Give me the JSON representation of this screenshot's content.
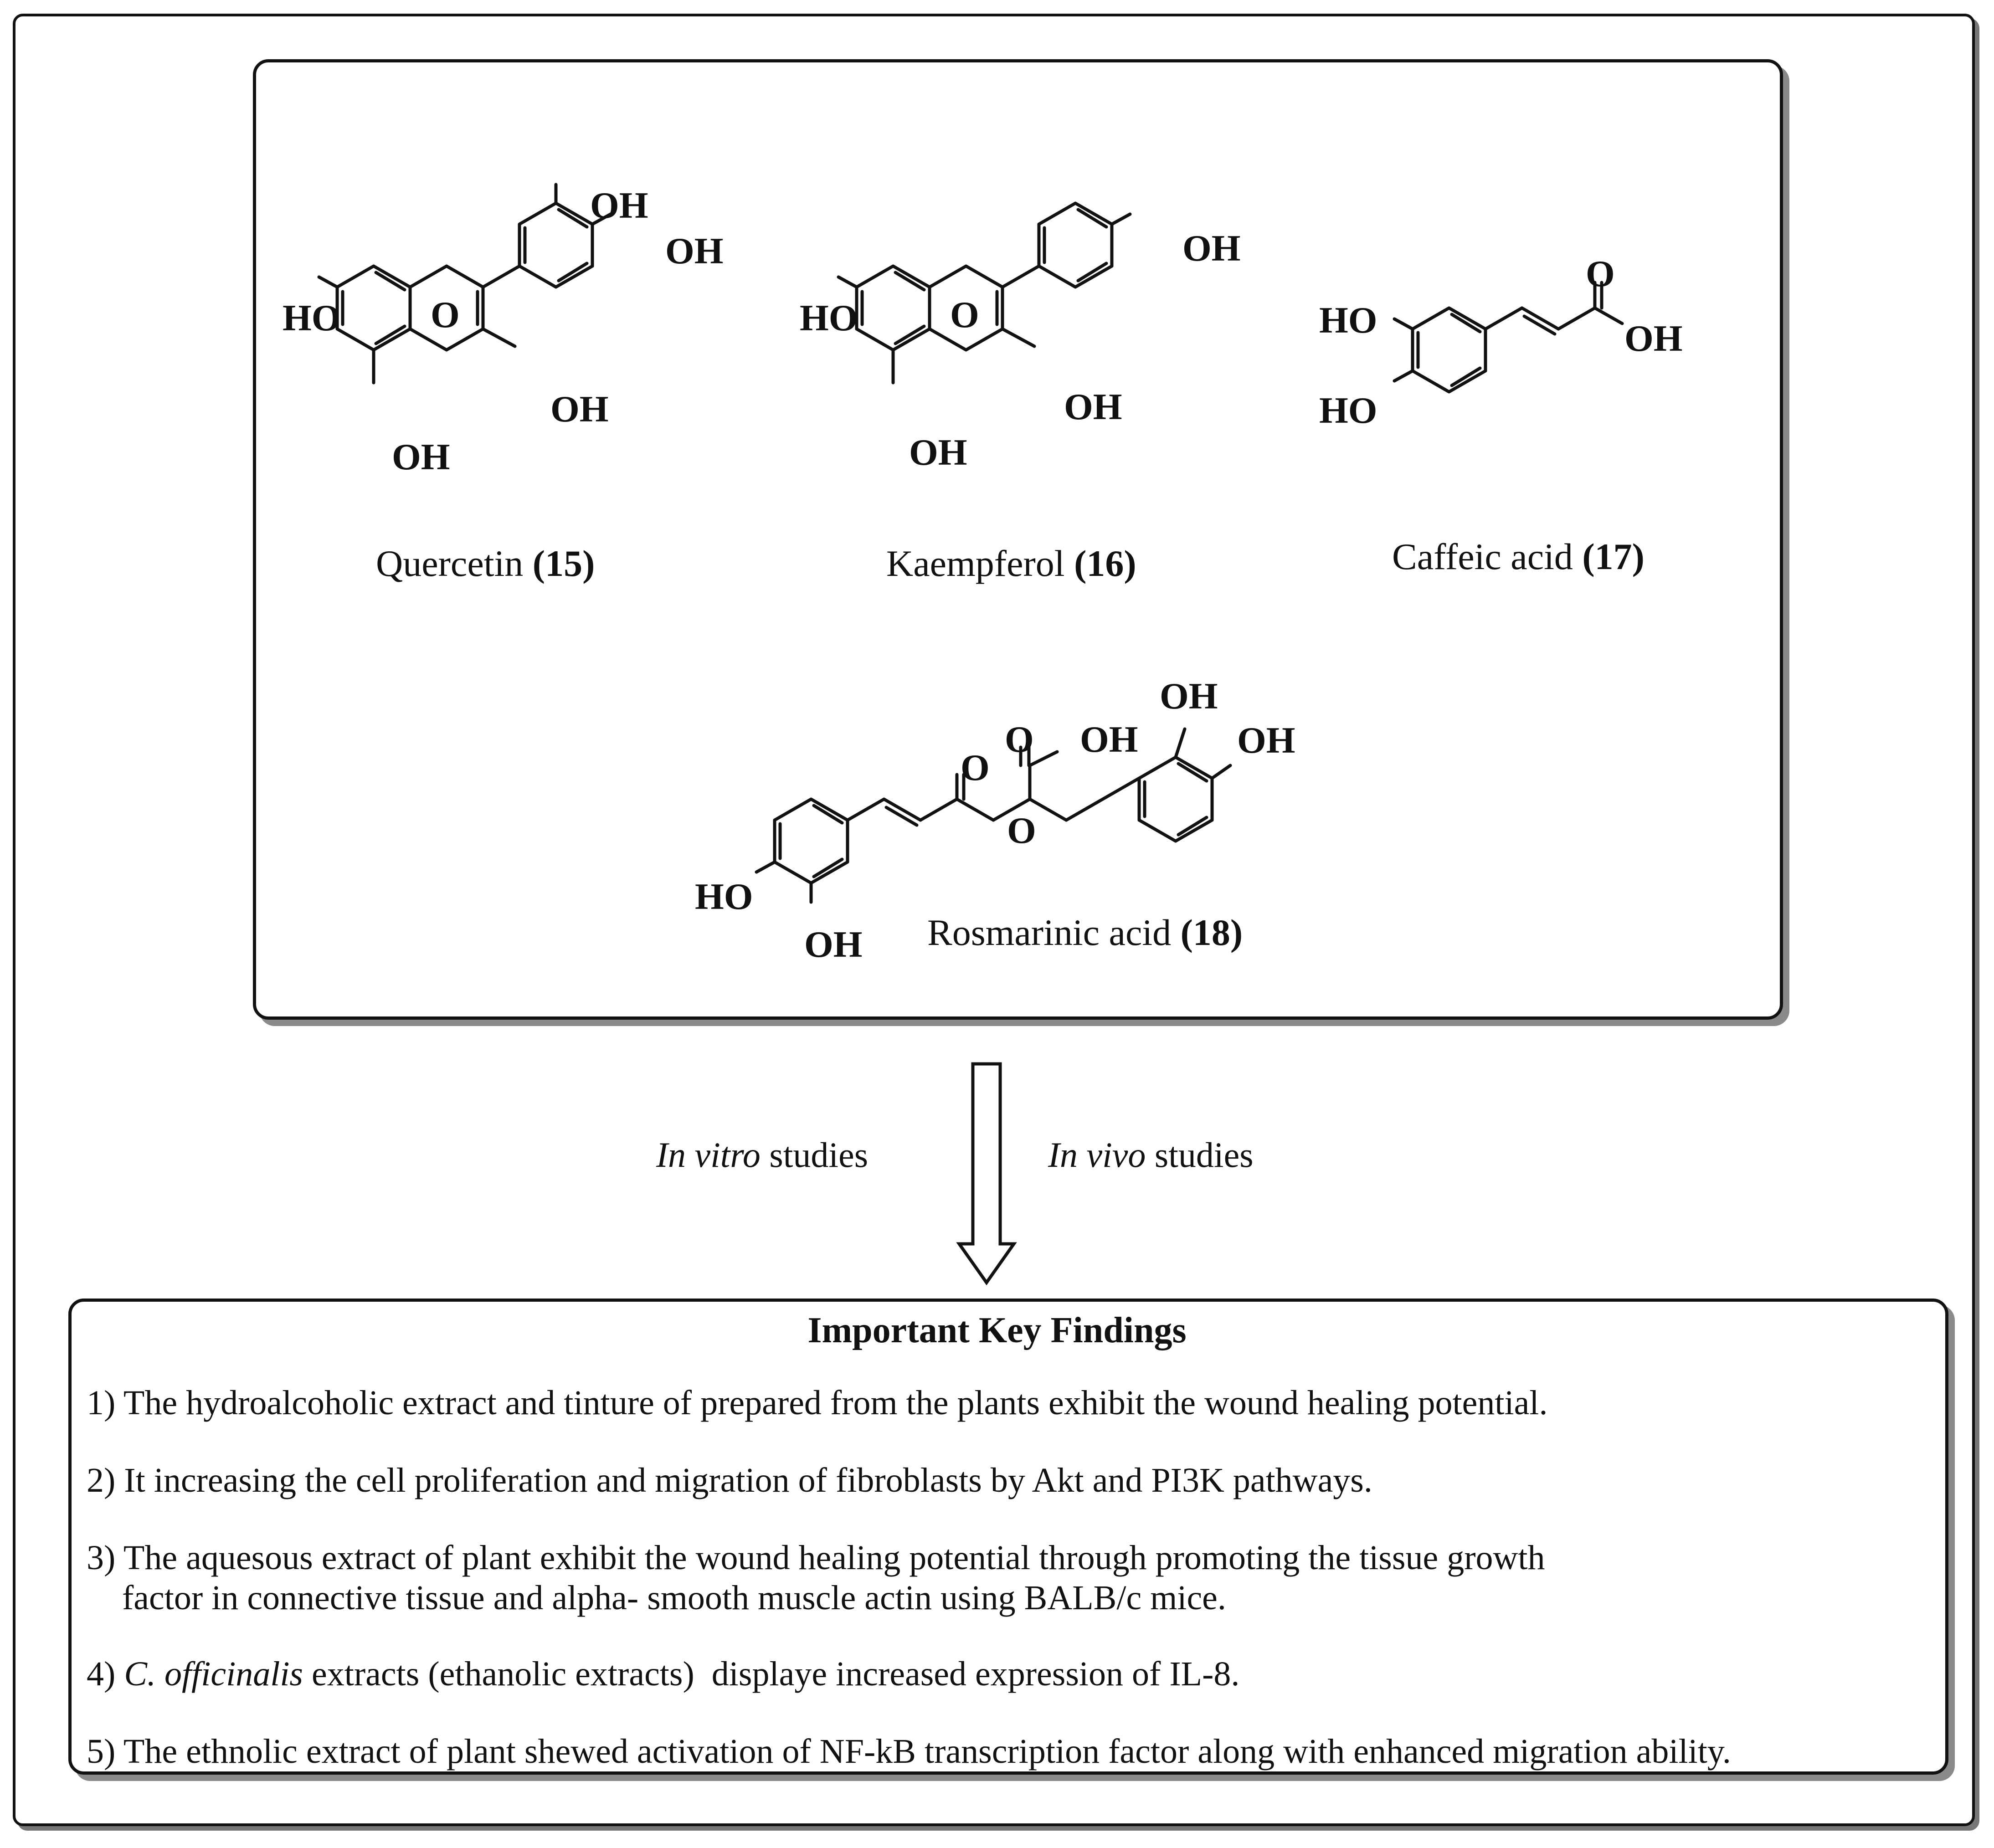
{
  "compounds": [
    {
      "name": "Quercetin",
      "number": "(15)"
    },
    {
      "name": "Kaempferol",
      "number": "(16)"
    },
    {
      "name": "Caffeic acid",
      "number": "(17)"
    },
    {
      "name": "Rosmarinic acid",
      "number": "(18)"
    }
  ],
  "structure_labels": {
    "oh": "OH",
    "ho": "HO",
    "o": "O"
  },
  "arrow": {
    "left_label_italic": "In vitro",
    "left_label_rest": " studies",
    "right_label_italic": "In vivo",
    "right_label_rest": " studies"
  },
  "findings": {
    "title": "Important Key Findings",
    "items": [
      {
        "text": "1) The hydroalcoholic extract and tinture of prepared from the plants exhibit the wound healing potential."
      },
      {
        "text": "2) It increasing the cell proliferation and migration of fibroblasts by Akt and PI3K pathways."
      },
      {
        "line1": "3) The aquesous extract of plant exhibit the wound healing potential through promoting the tissue growth",
        "line2": "factor in connective tissue and alpha- smooth muscle actin using BALB/c mice."
      },
      {
        "prefix": "4) ",
        "italic": "C. officinalis",
        "rest": " extracts (ethanolic extracts)  displaye increased expression of IL-8."
      },
      {
        "text": "5) The ethnolic extract of plant shewed activation of  NF-kB transcription factor along with enhanced migration ability."
      }
    ]
  }
}
